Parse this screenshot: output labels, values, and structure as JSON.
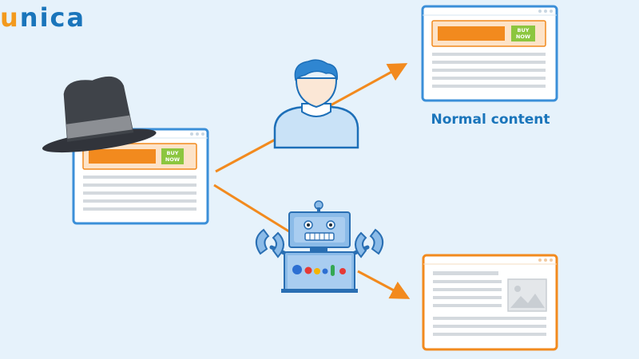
{
  "logo": {
    "first_letter": "u",
    "rest": "nica"
  },
  "browser_main": {
    "buy_line1": "BUY",
    "buy_line2": "NOW"
  },
  "browser_normal": {
    "buy_line1": "BUY",
    "buy_line2": "NOW",
    "caption": "Normal content"
  },
  "colors": {
    "background": "#e6f2fb",
    "brand_blue": "#1a75bb",
    "brand_orange": "#f39a1d",
    "arrow_orange": "#f28a1e",
    "buy_green": "#8cc63f",
    "window_border_blue": "#3b8fd8",
    "window_border_orange": "#f28a1e"
  },
  "icons": [
    "black-hat-icon",
    "user-icon",
    "robot-icon",
    "image-placeholder-icon",
    "arrow-icon"
  ]
}
